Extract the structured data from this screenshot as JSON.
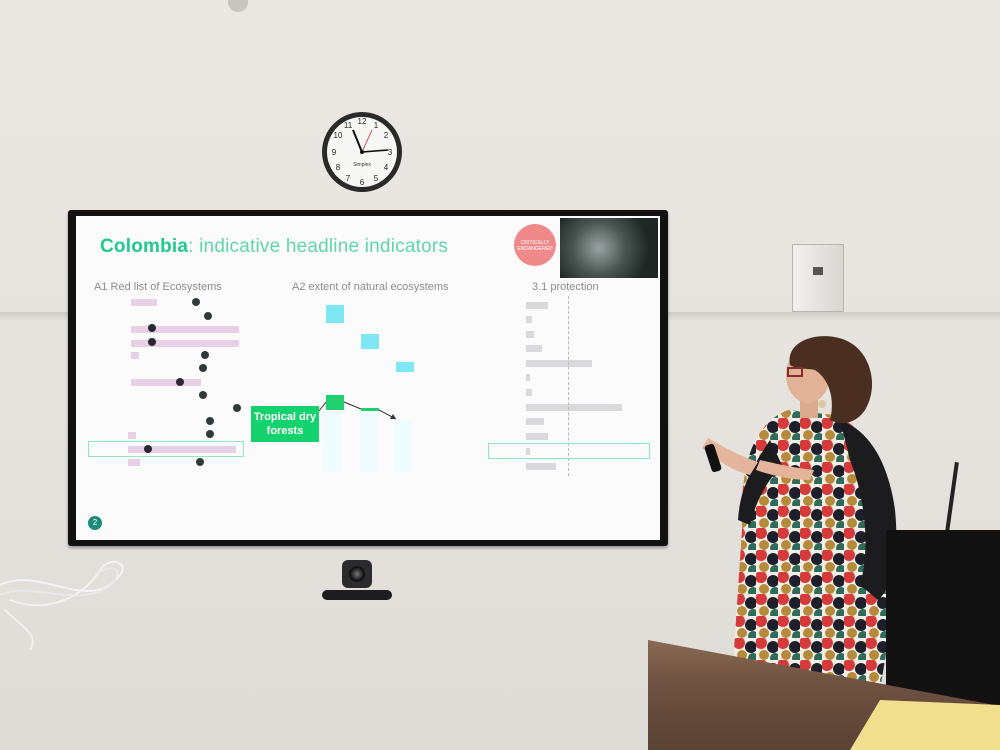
{
  "slide": {
    "title_strong": "Colombia",
    "title_light": ": indicative headline indicators",
    "badge_text": "CRITICALLY ENDANGERED",
    "sub_a1": "A1 Red list of Ecosystems",
    "sub_a2": "A2 extent of natural ecosystems",
    "sub_31": "3.1 protection",
    "callout": "Tropical dry forests",
    "corner_logo_text": "2"
  },
  "clock": {
    "brand": "Simplex"
  },
  "colors": {
    "title_green": "#21c88f",
    "callout_green": "#14d26e",
    "cyan": "#7fe6f4",
    "pink_bar": "#e7cfe5",
    "grey_bar": "#d9d9dc"
  }
}
